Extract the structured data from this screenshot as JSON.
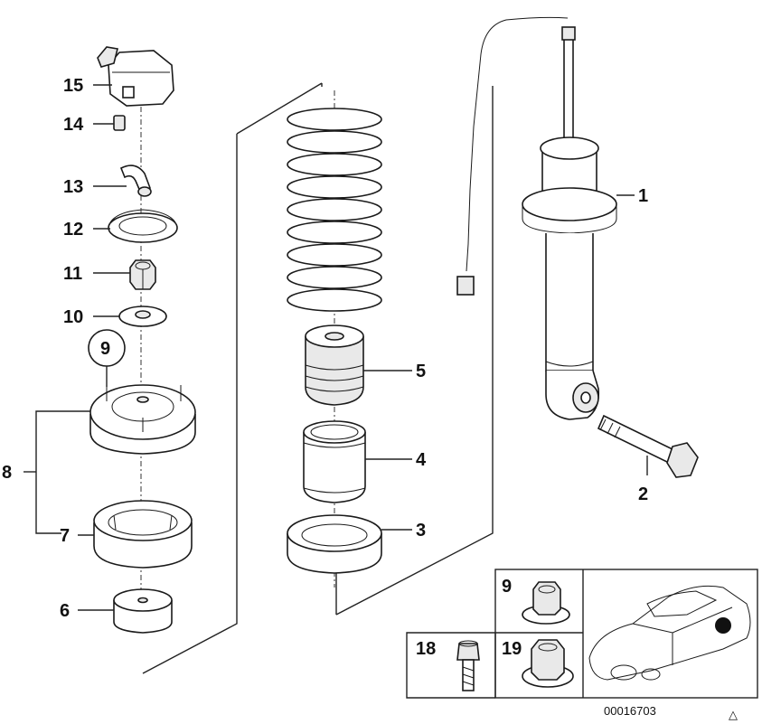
{
  "diagram": {
    "callouts": {
      "c1": "1",
      "c2": "2",
      "c3": "3",
      "c4": "4",
      "c5": "5",
      "c6": "6",
      "c7": "7",
      "c8": "8",
      "c9": "9",
      "c10": "10",
      "c11": "11",
      "c12": "12",
      "c13": "13",
      "c14": "14",
      "c15": "15"
    },
    "inset": {
      "c9": "9",
      "c18": "18",
      "c19": "19"
    },
    "reference_code": "00016703",
    "corner_mark": "△"
  }
}
